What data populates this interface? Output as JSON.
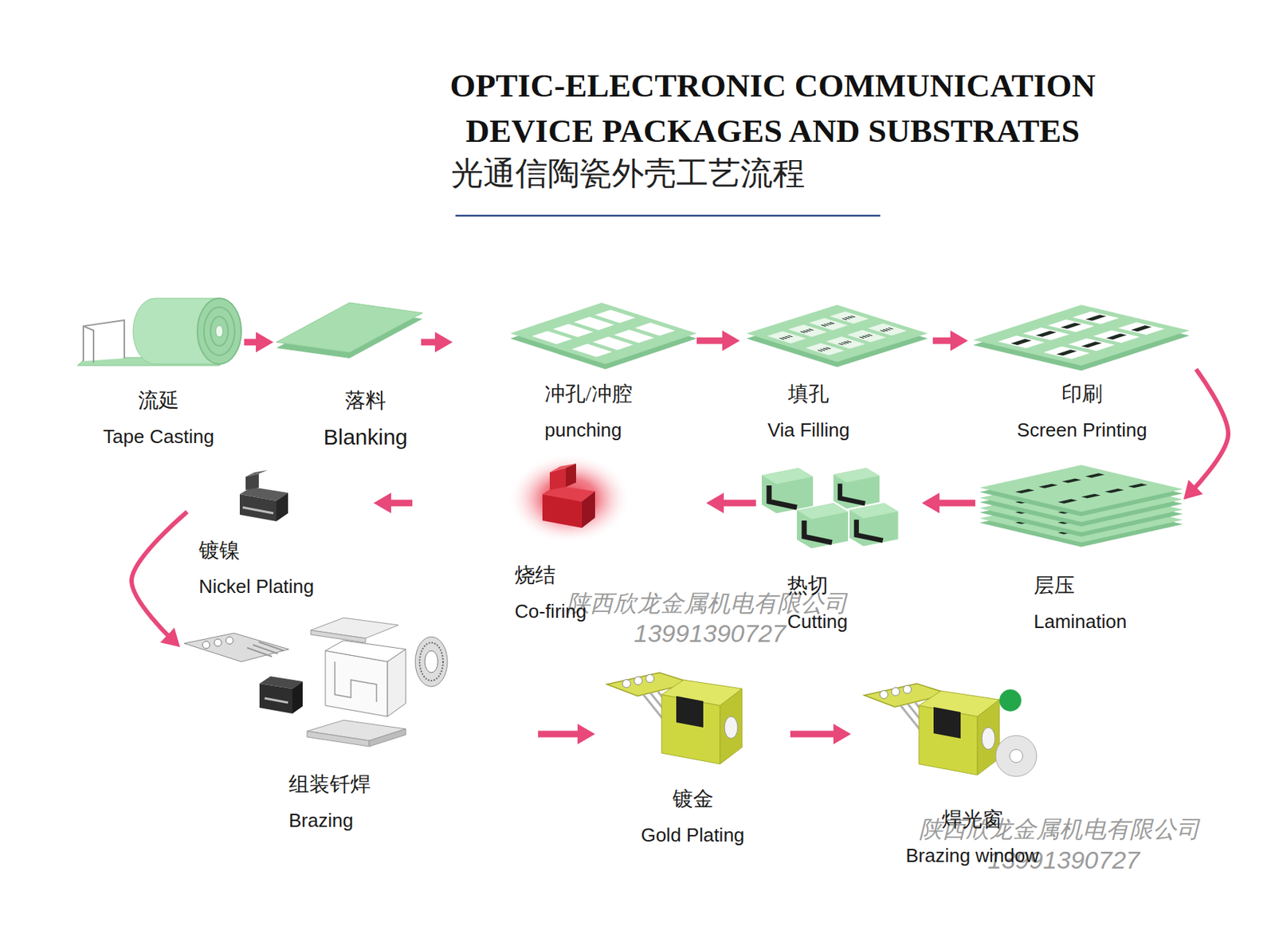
{
  "diagram": {
    "title": "OPTIC-ELECTRONIC COMMUNICATION DEVICE PACKAGES AND SUBSTRATES",
    "nodes": [
      {
        "text": [
          "流延",
          "Tape Casting"
        ]
      },
      {
        "text": [
          "落料",
          "Blanking"
        ]
      },
      {
        "text": [
          "冲孔/冲腔",
          "punching"
        ]
      },
      {
        "text": [
          "填孔",
          "Via Filling"
        ]
      },
      {
        "text": [
          "印刷",
          "Screen Printing"
        ]
      },
      {
        "text": [
          "层压",
          "Lamination"
        ]
      },
      {
        "text": [
          "热切",
          "Cutting"
        ]
      },
      {
        "text": [
          "烧结",
          "Co-firing"
        ]
      },
      {
        "text": [
          "镀镍",
          "Nickel Plating"
        ]
      },
      {
        "text": [
          "组装钎焊",
          "Brazing"
        ]
      },
      {
        "text": [
          "镀金",
          "Gold Plating"
        ]
      },
      {
        "text": [
          "焊光窗",
          "Brazing window"
        ]
      }
    ],
    "edges": [
      {
        "from": 0,
        "to": 1,
        "arrow": "to"
      },
      {
        "from": 1,
        "to": 2,
        "arrow": "to"
      },
      {
        "from": 2,
        "to": 3,
        "arrow": "to"
      },
      {
        "from": 3,
        "to": 4,
        "arrow": "to"
      },
      {
        "from": 4,
        "to": 5,
        "arrow": "to"
      },
      {
        "from": 5,
        "to": 6,
        "arrow": "to"
      },
      {
        "from": 6,
        "to": 7,
        "arrow": "to"
      },
      {
        "from": 7,
        "to": 8,
        "arrow": "to"
      },
      {
        "from": 8,
        "to": 9,
        "arrow": "to"
      },
      {
        "from": 9,
        "to": 10,
        "arrow": "to"
      },
      {
        "from": 10,
        "to": 11,
        "arrow": "to"
      }
    ],
    "labels": [
      "光通信陶瓷外壳工艺流程",
      "陕西欣龙金属机电有限公司",
      "13991390727",
      "陕西欣龙金属机电有限公司",
      "13991390727"
    ]
  }
}
